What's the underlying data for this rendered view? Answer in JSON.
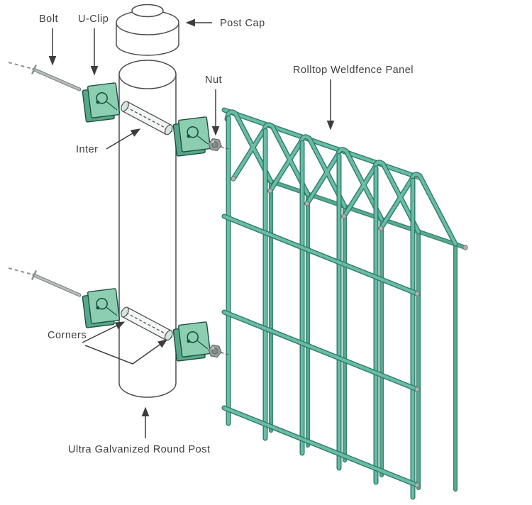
{
  "labels": {
    "bolt": "Bolt",
    "u_clip": "U-Clip",
    "post_cap": "Post Cap",
    "nut": "Nut",
    "panel": "Rolltop Weldfence Panel",
    "inter": "Inter",
    "corners": "Corners",
    "post": "Ultra Galvanized Round Post"
  },
  "colors": {
    "bg": "#ffffff",
    "wire_dark": "#2e7c69",
    "wire_light": "#69bca6",
    "back_dark": "#3a8672",
    "back_light": "#5aa992",
    "clip_front": "#8ccfb0",
    "clip_side": "#57a88b",
    "clip_outline": "#1e4f42",
    "tube_fill": "#f3f6f5",
    "tube_cap": "#d4e5de",
    "cap_gray": "#aeb4b2",
    "nut_fill": "#9da3a1",
    "metal_light": "#b9bfbd",
    "metal_mid": "#8e9492",
    "metal_dark": "#5c625f",
    "outline_gray": "#4e4e4e",
    "line_color": "#3d3d3d"
  }
}
